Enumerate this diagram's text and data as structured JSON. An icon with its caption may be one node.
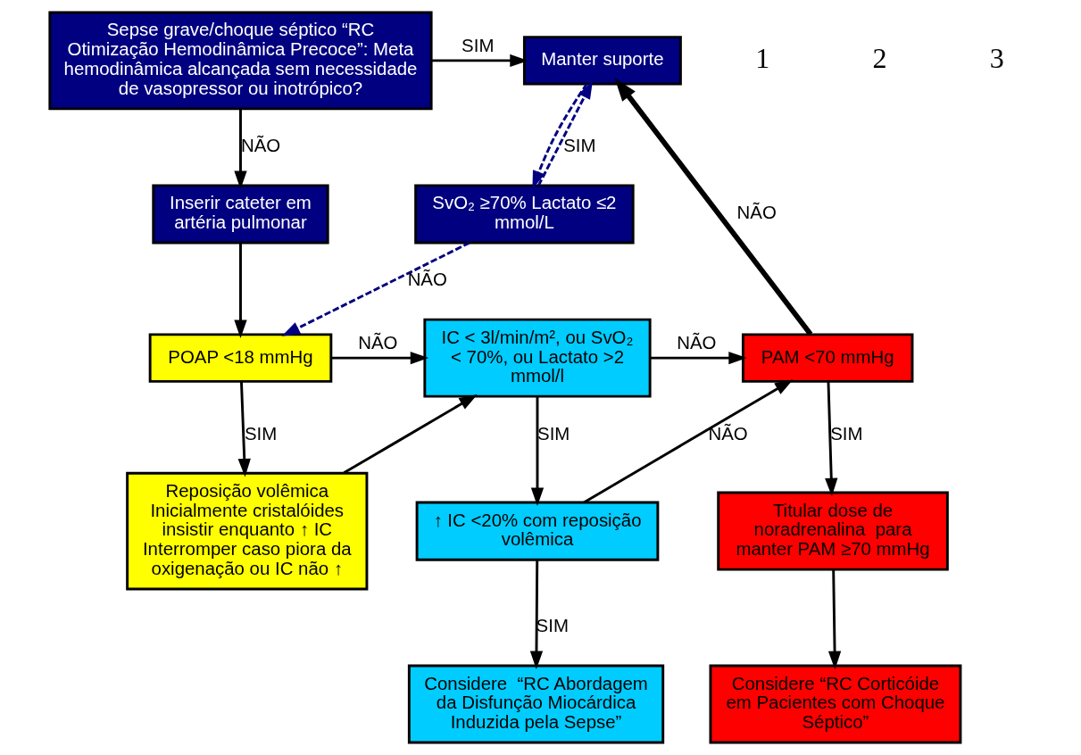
{
  "diagram": {
    "nodes": [
      {
        "text": [
          "Sepse grave/choque séptico “RC Otimização Hemodinâmica Precoce”: Meta hemodinâmica alcançada sem necessidade de vasopressor ou inotrópico?"
        ]
      },
      {
        "text": [
          "Manter suporte"
        ]
      },
      {
        "text": [
          "Inserir cateter em artéria pulmonar"
        ]
      },
      {
        "text": [
          "SvO₂ ≥70% Lactato ≤2 mmol/L"
        ]
      },
      {
        "text": [
          "POAP <18 mmHg"
        ]
      },
      {
        "text": [
          "IC < 3l/min/m², ou SvO₂ < 70%, ou Lactato >2 mmol/l"
        ]
      },
      {
        "text": [
          "PAM <70 mmHg"
        ]
      },
      {
        "text": [
          "Reposição volêmica Inicialmente cristalóides insistir enquanto ↑ IC Interromper caso piora da oxigenação ou IC não ↑"
        ]
      },
      {
        "text": [
          "↑ IC <20% com reposição volêmica"
        ]
      },
      {
        "text": [
          "Titular dose de noradrenalina  para manter PAM ≥70 mmHg"
        ]
      },
      {
        "text": [
          "Considere  “RC Abordagem da Disfunção Miocárdica Induzida pela Sepse”"
        ]
      },
      {
        "text": [
          "Considere “RC Corticóide em Pacientes com Choque Séptico”"
        ]
      }
    ],
    "edges": [
      {
        "from": 0,
        "to": 1,
        "arrow": "to",
        "label": "SIM"
      },
      {
        "from": 0,
        "to": 2,
        "arrow": "to",
        "label": "NÃO"
      },
      {
        "from": 1,
        "to": 3,
        "arrow": "to",
        "style": "dashed",
        "color": "#000080"
      },
      {
        "from": 3,
        "to": 1,
        "arrow": "to",
        "label": "SIM",
        "style": "dashed",
        "color": "#000080"
      },
      {
        "from": 3,
        "to": 4,
        "arrow": "to",
        "label": "NÃO",
        "style": "dashed",
        "color": "#000080"
      },
      {
        "from": 2,
        "to": 4,
        "arrow": "to"
      },
      {
        "from": 4,
        "to": 5,
        "arrow": "to",
        "label": "NÃO"
      },
      {
        "from": 4,
        "to": 7,
        "arrow": "to",
        "label": "SIM"
      },
      {
        "from": 7,
        "to": 5,
        "arrow": "to"
      },
      {
        "from": 5,
        "to": 6,
        "arrow": "to",
        "label": "NÃO"
      },
      {
        "from": 5,
        "to": 8,
        "arrow": "to",
        "label": "SIM"
      },
      {
        "from": 8,
        "to": 6,
        "arrow": "to",
        "label": "NÃO"
      },
      {
        "from": 8,
        "to": 10,
        "arrow": "to",
        "label": "SIM"
      },
      {
        "from": 6,
        "to": 9,
        "arrow": "to",
        "label": "SIM"
      },
      {
        "from": 9,
        "to": 11,
        "arrow": "to"
      },
      {
        "from": 6,
        "to": 1,
        "arrow": "to",
        "label": "NÃO",
        "style": "thick"
      }
    ],
    "labels": [
      "1",
      "2",
      "3"
    ]
  }
}
